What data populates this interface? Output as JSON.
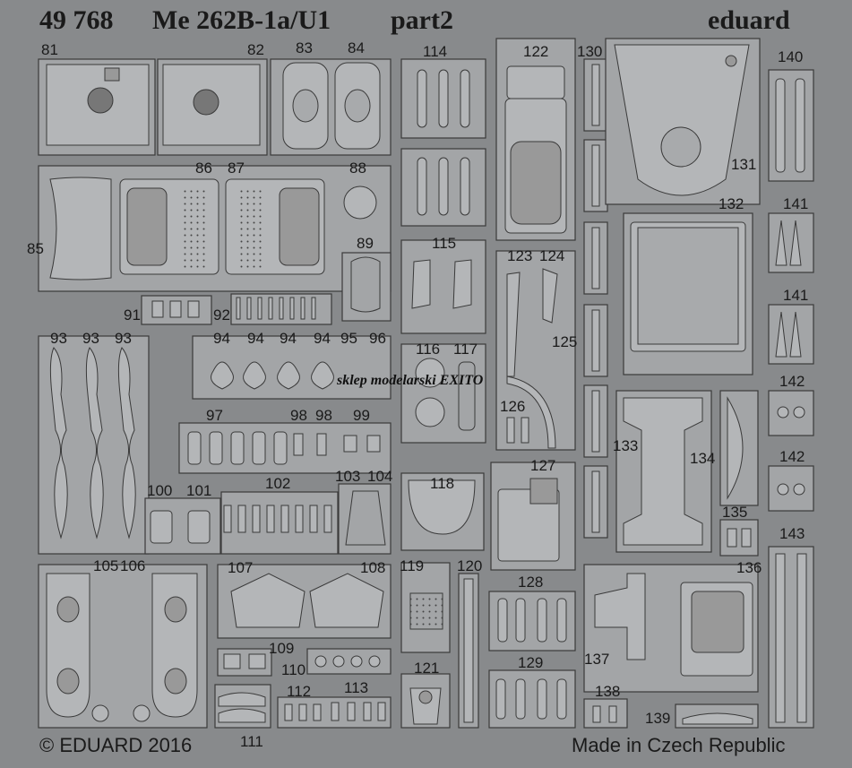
{
  "header": {
    "catalog_number": "49 768",
    "model_title": "Me 262B-1a/U1",
    "sheet_part": "part2",
    "brand": "eduard"
  },
  "footer": {
    "copyright": "© EDUARD 2016",
    "origin": "Made in Czech Republic"
  },
  "watermark": "sklep modelarski EXITO",
  "part_numbers": {
    "p81": "81",
    "p82": "82",
    "p83": "83",
    "p84": "84",
    "p85": "85",
    "p86": "86",
    "p87": "87",
    "p88": "88",
    "p89": "89",
    "p91": "91",
    "p92": "92",
    "p93a": "93",
    "p93b": "93",
    "p93c": "93",
    "p94a": "94",
    "p94b": "94",
    "p94c": "94",
    "p94d": "94",
    "p95": "95",
    "p96": "96",
    "p97": "97",
    "p98a": "98",
    "p98b": "98",
    "p99": "99",
    "p100": "100",
    "p101": "101",
    "p102": "102",
    "p103": "103",
    "p104": "104",
    "p105": "105",
    "p106": "106",
    "p107": "107",
    "p108": "108",
    "p109": "109",
    "p110": "110",
    "p111": "111",
    "p112": "112",
    "p113": "113",
    "p114": "114",
    "p115": "115",
    "p116": "116",
    "p117": "117",
    "p118": "118",
    "p119": "119",
    "p120": "120",
    "p121": "121",
    "p122": "122",
    "p123": "123",
    "p124": "124",
    "p125": "125",
    "p126": "126",
    "p127": "127",
    "p128": "128",
    "p129": "129",
    "p130": "130",
    "p131": "131",
    "p132": "132",
    "p133": "133",
    "p134": "134",
    "p135": "135",
    "p136": "136",
    "p137": "137",
    "p138": "138",
    "p139": "139",
    "p140": "140",
    "p141a": "141",
    "p141b": "141",
    "p142a": "142",
    "p142b": "142",
    "p143": "143"
  },
  "colors": {
    "background": "#888a8c",
    "fret": "#9a9c9e",
    "part_fill": "#b4b6b8",
    "part_edge": "#3a3a3a",
    "text": "#1a1a1a"
  }
}
